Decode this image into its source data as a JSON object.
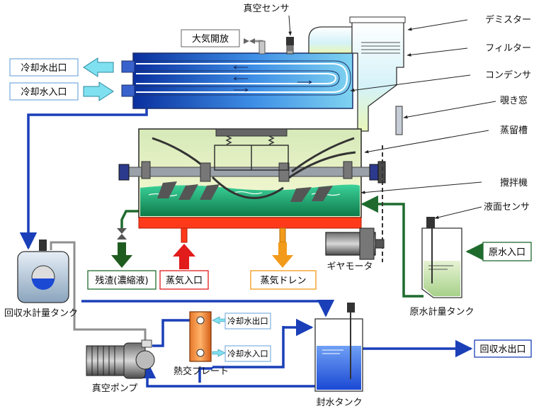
{
  "labels": {
    "vacuum_sensor": "真空センサ",
    "atmosphere_open": "大気開放",
    "demister": "デミスター",
    "filter": "フィルター",
    "condenser": "コンデンサ",
    "sight_window": "覗き窓",
    "distillation_tank": "蒸留槽",
    "agitator": "攪拌機",
    "level_sensor": "液面センサ",
    "raw_water_inlet": "原水入口",
    "gear_motor": "ギヤモータ",
    "raw_water_meter_tank": "原水計量タンク",
    "cooling_water_out": "冷却水出口",
    "cooling_water_in": "冷却水入口",
    "residue": "残渣(濃縮液)",
    "steam_inlet": "蒸気入口",
    "steam_drain": "蒸気ドレン",
    "recovered_water_meter_tank": "回収水計量タンク",
    "plate_cooling_out": "冷却水出口",
    "plate_cooling_in": "冷却水入口",
    "plate_heat_exchanger": "熱交プレート",
    "vacuum_pump": "真空ポンプ",
    "seal_water_tank": "封水タンク",
    "recovered_water_outlet": "回収水出口"
  },
  "colors": {
    "pipe_blue": "#1a3fb8",
    "pipe_green": "#1f6b2e",
    "pipe_gray": "#8a8a8a",
    "residue_arrow": "#1f5c1f",
    "steam_arrow": "#e21b1b",
    "drain_arrow": "#f29a1a",
    "cooling_arrow": "#7fe0f0",
    "heater": "#ff3a1a"
  }
}
